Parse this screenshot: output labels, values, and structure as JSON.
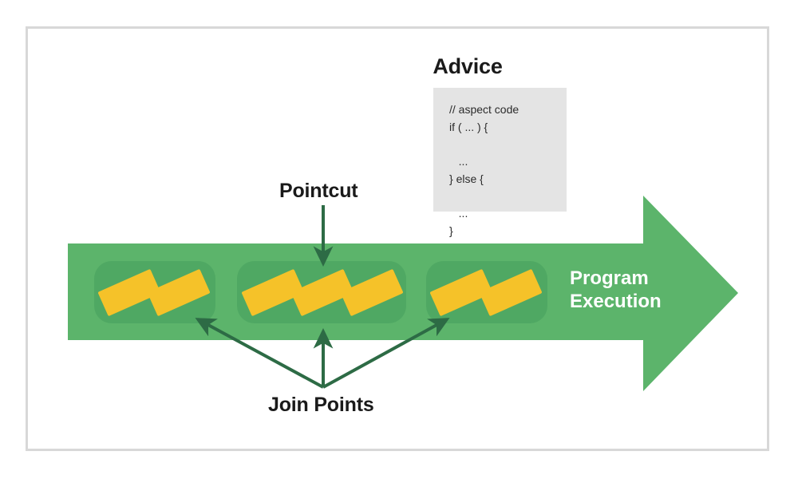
{
  "diagram": {
    "title_advice": "Advice",
    "label_pointcut": "Pointcut",
    "label_join_points": "Join Points",
    "label_program_execution_line1": "Program",
    "label_program_execution_line2": "Execution",
    "advice_code": "// aspect code\nif ( ... ) {\n\n   ...\n} else {\n\n   ...\n}",
    "advice_code_lines": [
      "// aspect code",
      "if ( ... ) {",
      "   ...",
      "} else {",
      "   ...",
      "}"
    ]
  },
  "colors": {
    "arrow_green": "#5cb46b",
    "group_green": "#4fa863",
    "join_point_yellow": "#f5c229",
    "connector_green": "#2d6b45",
    "code_box_gray": "#e4e4e4",
    "frame_border_gray": "#d8d8d8",
    "text_dark": "#1a1a1a",
    "text_white": "#ffffff",
    "page_background": "#ffffff"
  },
  "structure": {
    "join_point_groups": [
      {
        "name": "group-1",
        "bar_count": 2
      },
      {
        "name": "group-2",
        "bar_count": 3
      },
      {
        "name": "group-3",
        "bar_count": 2
      }
    ],
    "connectors": [
      {
        "name": "pointcut-arrow",
        "from": "Pointcut",
        "to": "group-2"
      },
      {
        "name": "join-points-arrow-left",
        "from": "Join Points",
        "to": "group-1"
      },
      {
        "name": "join-points-arrow-middle",
        "from": "Join Points",
        "to": "group-2"
      },
      {
        "name": "join-points-arrow-right",
        "from": "Join Points",
        "to": "group-3"
      }
    ]
  }
}
